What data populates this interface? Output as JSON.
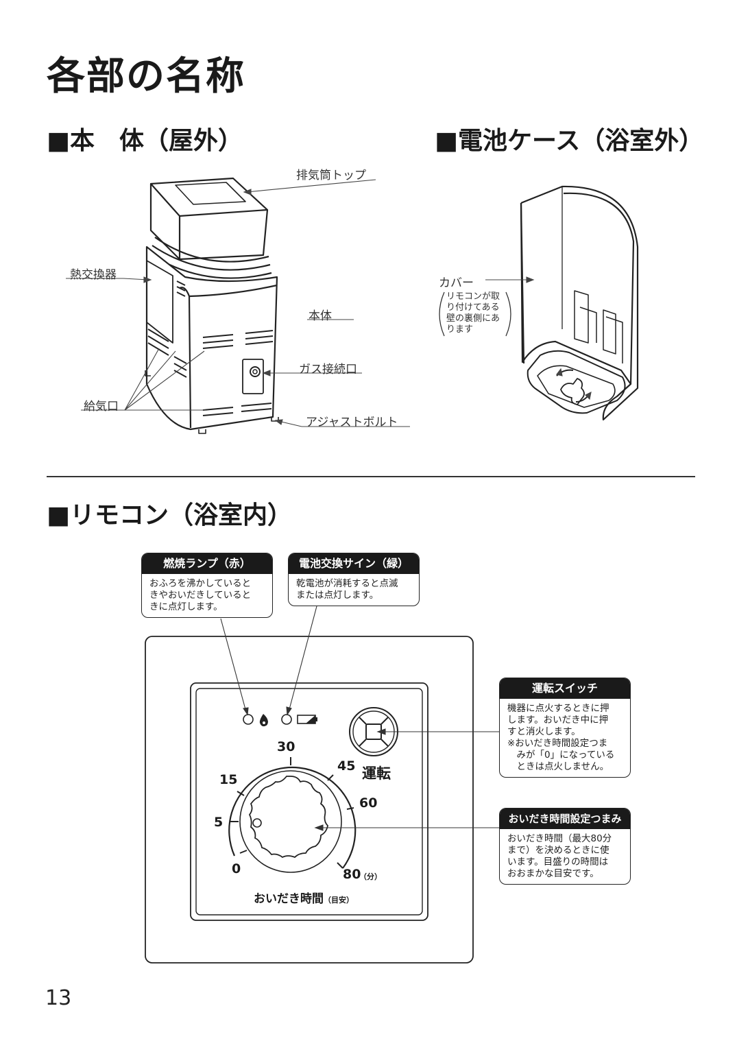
{
  "page_title": "各部の名称",
  "sections": {
    "main_unit": {
      "title": "■本　体（屋外）"
    },
    "battery_case": {
      "title": "■電池ケース（浴室外）"
    },
    "remote": {
      "title": "■リモコン（浴室内）"
    }
  },
  "main_unit_labels": {
    "exhaust_top": "排気筒トップ",
    "heat_exchanger": "熱交換器",
    "body": "本体",
    "gas_inlet": "ガス接続口",
    "air_intake": "給気口",
    "adjust_bolt": "アジャストボルト"
  },
  "battery_labels": {
    "cover": "カバー",
    "note_lines": [
      "リモコンが取",
      "り付けてある",
      "壁の裏側にあ",
      "ります"
    ]
  },
  "callouts": {
    "burn_lamp": {
      "title": "燃焼ランプ（赤）",
      "lines": [
        "おふろを沸かしていると",
        "きやおいだきしていると",
        "きに点灯します。"
      ]
    },
    "battery_sign": {
      "title": "電池交換サイン（緑）",
      "lines": [
        "乾電池が消耗すると点滅",
        "または点灯します。"
      ]
    },
    "run_switch": {
      "title": "運転スイッチ",
      "lines": [
        "機器に点火するときに押",
        "します。おいだき中に押",
        "すと消火します。",
        "※おいだき時間設定つま",
        "　みが「0」になっている",
        "　ときは点火しません。"
      ]
    },
    "timer_knob": {
      "title": "おいだき時間設定つまみ",
      "lines": [
        "おいだき時間（最大80分",
        "まで）を決めるときに使",
        "います。目盛りの時間は",
        "おおまかな目安です。"
      ]
    }
  },
  "remote_panel": {
    "run_label": "運転",
    "dial_label": "おいだき時間",
    "dial_label_small": "（目安）",
    "dial_marks": [
      "0",
      "5",
      "15",
      "30",
      "45",
      "60",
      "80"
    ],
    "unit_label": "（分）"
  },
  "page_number": "13"
}
